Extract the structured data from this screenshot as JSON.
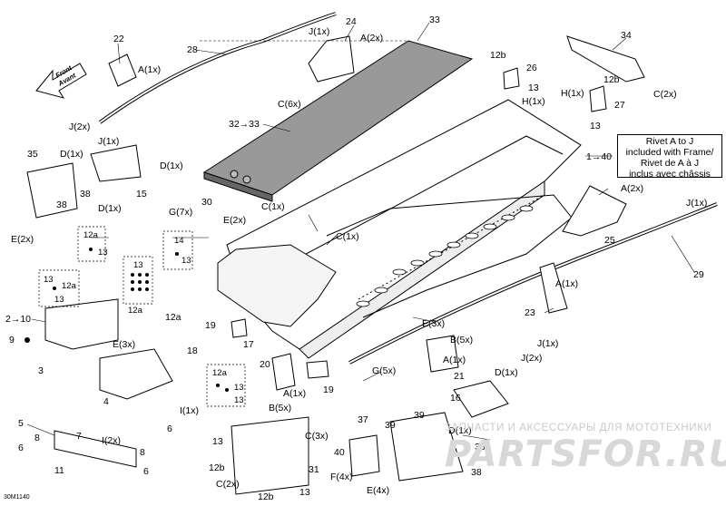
{
  "diagram_id": "30M1140",
  "note": {
    "line1": "Rivet A to J",
    "line2": "included with Frame/",
    "line3": "Rivet de A à J",
    "line4": "inclus avec châssis"
  },
  "front_arrow": {
    "line1": "Front",
    "line2": "Avant"
  },
  "watermark": {
    "text": "ЗАПЧАСТИ И АКСЕССУАРЫ ДЛЯ МОТОТЕХНИКИ",
    "logo": "PARTSFOR.RU"
  },
  "labels": {
    "l_22": "22",
    "l_a1_22": "A(1x)",
    "l_28": "28",
    "l_24": "24",
    "l_j1_24": "J(1x)",
    "l_a2_24": "A(2x)",
    "l_33_top": "33",
    "l_c6": "C(6x)",
    "l_34": "34",
    "l_c2_34": "C(2x)",
    "l_12b_26": "12b",
    "l_26": "26",
    "l_13_26": "13",
    "l_h1_26": "H(1x)",
    "l_12b_27": "12b",
    "l_h1_27": "H(1x)",
    "l_27": "27",
    "l_13_27": "13",
    "l_j2": "J(2x)",
    "l_j1_left": "J(1x)",
    "l_32_33": "32→33",
    "l_1_40": "1→40",
    "l_35": "35",
    "l_d1_35": "D(1x)",
    "l_d1_15": "D(1x)",
    "l_15": "15",
    "l_38_a": "38",
    "l_38_b": "38",
    "l_d1_bottom15": "D(1x)",
    "l_30": "30",
    "l_e2_left": "E(2x)",
    "l_g7": "G(7x)",
    "l_c1_a": "C(1x)",
    "l_e2_mid": "E(2x)",
    "l_c1_b": "C(1x)",
    "l_a2_25": "A(2x)",
    "l_25": "25",
    "l_j1_29": "J(1x)",
    "l_29": "29",
    "l_12a_1": "12a",
    "l_13_1": "13",
    "l_14": "14",
    "l_13_14": "13",
    "l_13_a": "13",
    "l_12a_2": "12a",
    "l_13_b": "13",
    "l_13_c": "13",
    "l_12a_3": "12a",
    "l_2_10": "2→10",
    "l_9": "9",
    "l_3": "3",
    "l_e3_left": "E(3x)",
    "l_12a_4": "12a",
    "l_18": "18",
    "l_19_a": "19",
    "l_17": "17",
    "l_a1_23": "A(1x)",
    "l_23": "23",
    "l_e3_right": "E(3x)",
    "l_b5_21": "B(5x)",
    "l_a1_21": "A(1x)",
    "l_21": "21",
    "l_j1_right": "J(1x)",
    "l_j2_right": "J(2x)",
    "l_g5": "G(5x)",
    "l_20": "20",
    "l_a1_20": "A(1x)",
    "l_19_b": "19",
    "l_b5_20": "B(5x)",
    "l_12a_5": "12a",
    "l_13_d": "13",
    "l_13_e": "13",
    "l_d1_16": "D(1x)",
    "l_16": "16",
    "l_4": "4",
    "l_i1": "I(1x)",
    "l_5": "5",
    "l_6_a": "6",
    "l_6_b": "6",
    "l_7": "7",
    "l_8_a": "8",
    "l_8_b": "8",
    "l_11": "11",
    "l_i2": "I(2x)",
    "l_6_c": "6",
    "l_37": "37",
    "l_39_a": "39",
    "l_39_b": "39",
    "l_d1_36": "D(1x)",
    "l_36": "36",
    "l_40": "40",
    "l_f4": "F(4x)",
    "l_e4": "E(4x)",
    "l_38_c": "38",
    "l_13_f": "13",
    "l_c3": "C(3x)",
    "l_12b_a": "12b",
    "l_c2_31": "C(2x)",
    "l_31": "31",
    "l_12b_b": "12b",
    "l_13_g": "13"
  }
}
